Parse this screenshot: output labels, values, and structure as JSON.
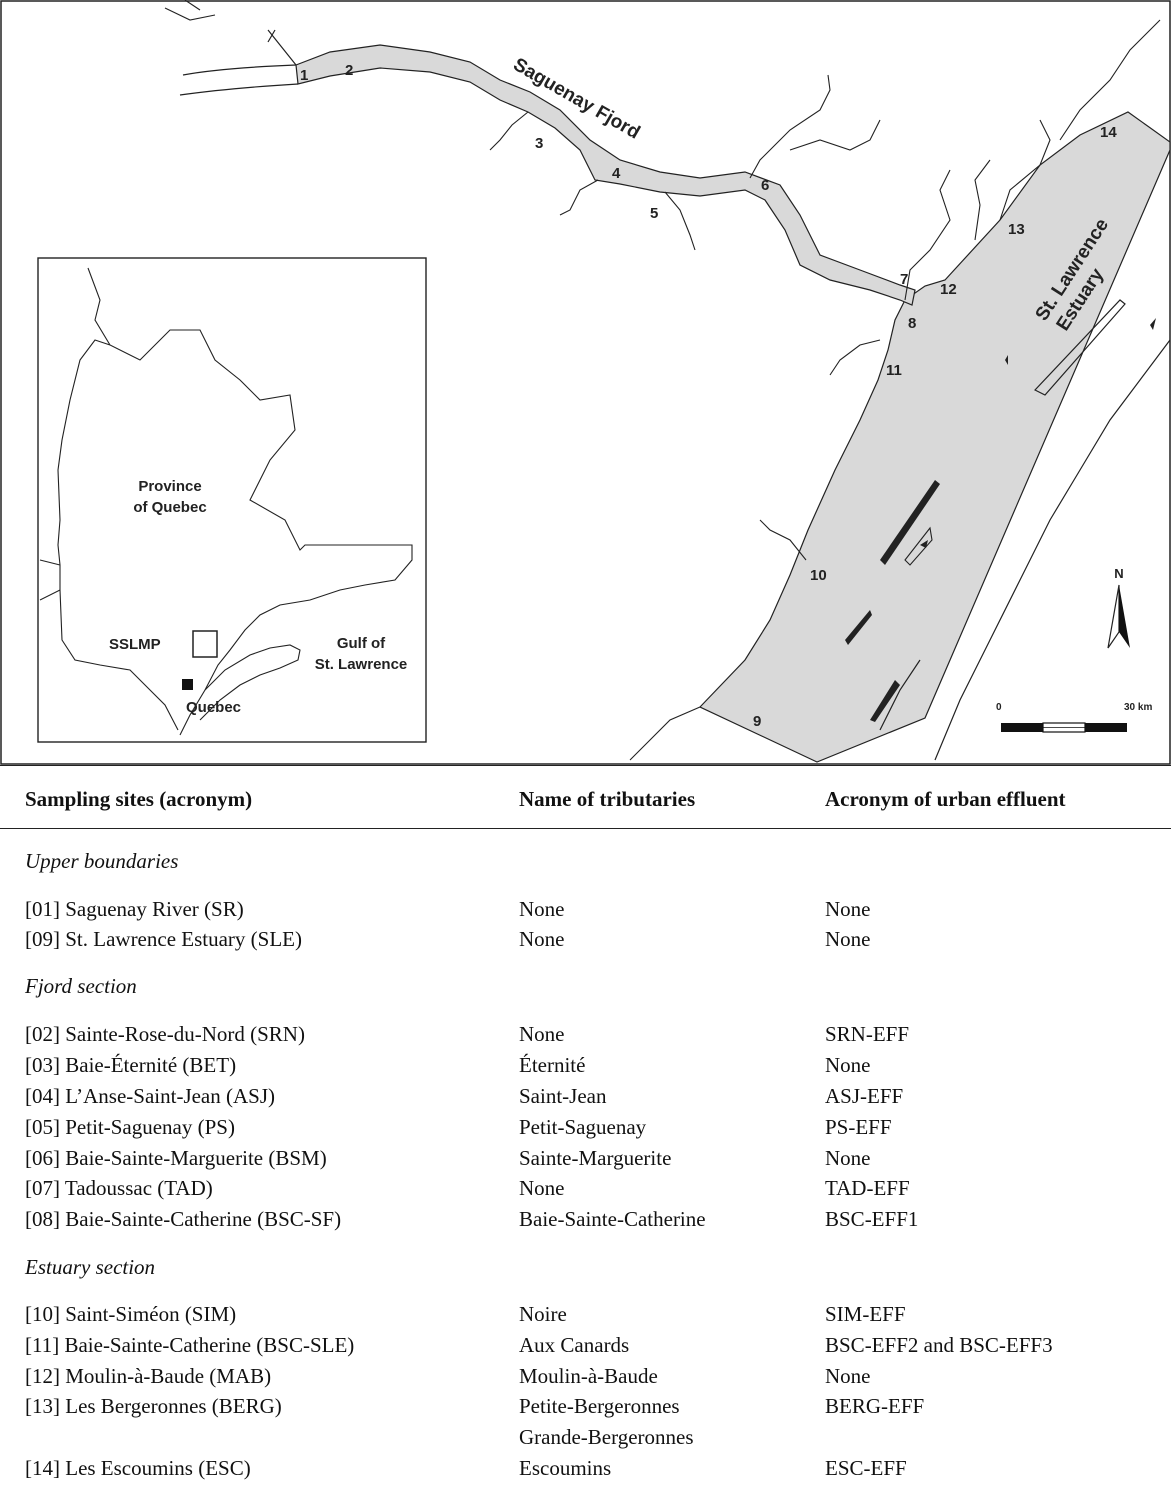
{
  "map": {
    "water_labels": {
      "fjord": "Saguenay Fjord",
      "estuary_line1": "St. Lawrence",
      "estuary_line2": "Estuary"
    },
    "site_numbers": [
      "1",
      "2",
      "3",
      "4",
      "5",
      "6",
      "7",
      "8",
      "9",
      "10",
      "11",
      "12",
      "13",
      "14"
    ],
    "inset": {
      "province_line1": "Province",
      "province_line2": "of Quebec",
      "park": "SSLMP",
      "gulf_line1": "Gulf of",
      "gulf_line2": "St. Lawrence",
      "city": "Quebec"
    },
    "north_label": "N",
    "scale": {
      "start": "0",
      "end": "30 km"
    },
    "colors": {
      "water": "#d9d9d9",
      "line": "#222222"
    }
  },
  "table": {
    "headers": [
      "Sampling sites (acronym)",
      "Name of tributaries",
      "Acronym of urban effluent"
    ],
    "sections": [
      {
        "title": "Upper boundaries",
        "rows": [
          [
            "[01] Saguenay River (SR)",
            "None",
            "None"
          ],
          [
            "[09] St. Lawrence Estuary (SLE)",
            "None",
            "None"
          ]
        ]
      },
      {
        "title": "Fjord section",
        "rows": [
          [
            "[02] Sainte-Rose-du-Nord (SRN)",
            "None",
            "SRN-EFF"
          ],
          [
            "[03] Baie-Éternité (BET)",
            "Éternité",
            "None"
          ],
          [
            "[04] L’Anse-Saint-Jean (ASJ)",
            "Saint-Jean",
            "ASJ-EFF"
          ],
          [
            "[05] Petit-Saguenay (PS)",
            "Petit-Saguenay",
            "PS-EFF"
          ],
          [
            "[06] Baie-Sainte-Marguerite (BSM)",
            "Sainte-Marguerite",
            "None"
          ],
          [
            "[07] Tadoussac (TAD)",
            "None",
            "TAD-EFF"
          ],
          [
            "[08] Baie-Sainte-Catherine (BSC-SF)",
            "Baie-Sainte-Catherine",
            "BSC-EFF1"
          ]
        ]
      },
      {
        "title": "Estuary section",
        "rows": [
          [
            "[10] Saint-Siméon (SIM)",
            "Noire",
            "SIM-EFF"
          ],
          [
            "[11] Baie-Sainte-Catherine (BSC-SLE)",
            "Aux Canards",
            "BSC-EFF2 and BSC-EFF3"
          ],
          [
            "[12] Moulin-à-Baude (MAB)",
            "Moulin-à-Baude",
            "None"
          ],
          [
            "[13] Les Bergeronnes (BERG)",
            "Petite-Bergeronnes",
            "BERG-EFF"
          ],
          [
            "",
            "Grande-Bergeronnes",
            ""
          ],
          [
            "[14] Les Escoumins (ESC)",
            "Escoumins",
            "ESC-EFF"
          ]
        ]
      }
    ]
  }
}
